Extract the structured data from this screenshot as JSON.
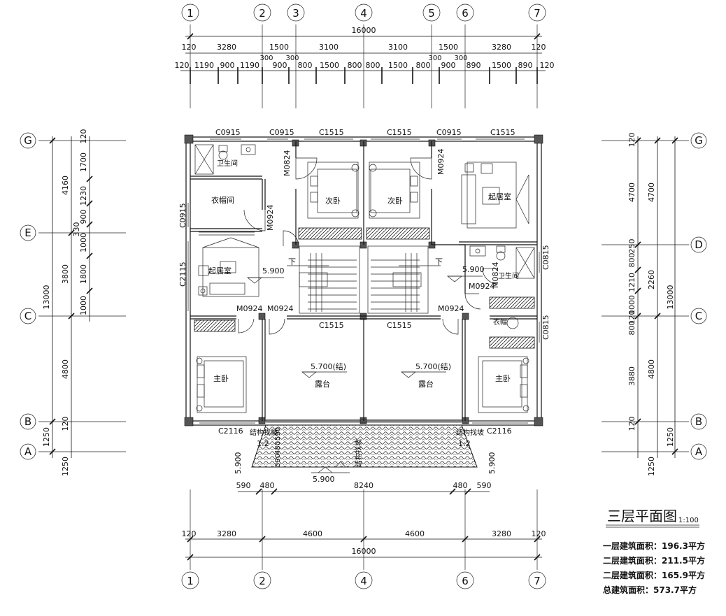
{
  "grid_top": [
    "1",
    "2",
    "3",
    "4",
    "5",
    "6",
    "7"
  ],
  "grid_bottom": [
    "1",
    "2",
    "4",
    "6",
    "7"
  ],
  "grid_left": [
    "G",
    "E",
    "C",
    "B",
    "A"
  ],
  "grid_right": [
    "G",
    "D",
    "C",
    "B",
    "A"
  ],
  "dims_top": {
    "overall": "16000",
    "row2": [
      "120",
      "3280",
      "1500",
      "3100",
      "3100",
      "1500",
      "3280",
      "120"
    ],
    "small": [
      "300",
      "300",
      "300",
      "300"
    ],
    "row3": [
      "120",
      "1190",
      "900",
      "1190",
      "900",
      "800",
      "1500",
      "800",
      "800",
      "1500",
      "800",
      "900",
      "890",
      "1500",
      "890",
      "120"
    ]
  },
  "dims_bottom": {
    "row1": [
      "590",
      "480",
      "8240",
      "480",
      "590"
    ],
    "row2": [
      "120",
      "3280",
      "4600",
      "4600",
      "3280",
      "120"
    ],
    "overall": "16000"
  },
  "dims_left": {
    "outer": [
      "13000",
      "1250"
    ],
    "mid": [
      "4160",
      "3800",
      "4800",
      "1250"
    ],
    "inner": [
      "120",
      "1700",
      "1230",
      "900",
      "330",
      "1000",
      "1800",
      "1000",
      "120"
    ]
  },
  "dims_right": {
    "outer": [
      "13000",
      "1250"
    ],
    "mid": [
      "4700",
      "2260",
      "4800",
      "1250"
    ],
    "inner": [
      "120",
      "4700",
      "250",
      "800",
      "1210",
      "1000",
      "120",
      "800",
      "3880",
      "120"
    ]
  },
  "rooms": {
    "bath_left": "卫生间",
    "closet_left": "衣帽间",
    "living_left": "起居室",
    "bed2_a": "次卧",
    "bed2_b": "次卧",
    "living_right": "起居室",
    "bath_right": "卫生间",
    "closet_right": "衣帽",
    "master_left": "主卧",
    "master_right": "主卧",
    "terrace_left": "露台",
    "terrace_right": "露台"
  },
  "openings": {
    "c0915": "C0915",
    "c1515": "C1515",
    "c2115": "C2115",
    "c2116": "C2116",
    "c0815": "C0815",
    "m0824": "M0824",
    "m0924": "M0924"
  },
  "levels": {
    "hall": "5.900",
    "terrace": "5.700(结)",
    "front": "5.900",
    "side": "5.900",
    "slope": "1:2",
    "down": "下",
    "eave_note": "结构找坡"
  },
  "stair_dims": [
    "590",
    "480",
    "590"
  ],
  "title": "三层平面图",
  "scale": "1:100",
  "areas": [
    "一层建筑面积：196.3平方",
    "二层建筑面积：211.5平方",
    "二层建筑面积：165.9平方",
    "总建筑面积：573.7平方"
  ]
}
